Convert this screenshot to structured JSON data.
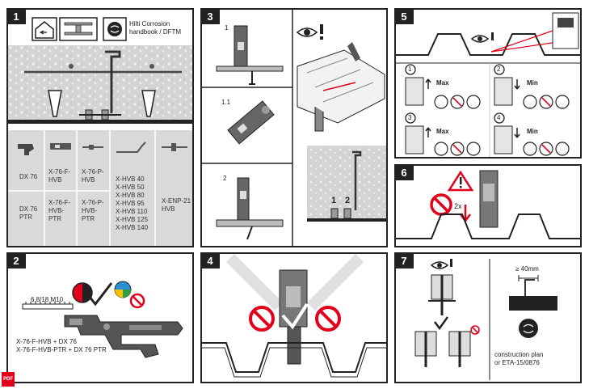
{
  "panels": {
    "p1": {
      "number": "1",
      "handbook_label": "Hilti Corrosion handbook / DFTM",
      "table": {
        "col1": [
          "DX 76",
          "DX 76 PTR"
        ],
        "col2": [
          "X-76-F-HVB",
          "X-76-F-HVB-PTR"
        ],
        "col3": [
          "X-76-P-HVB",
          "X-76-P-HVB-PTR"
        ],
        "col4": [
          "X-HVB 40",
          "X-HVB 50",
          "X-HVB 80",
          "X-HVB 95",
          "X-HVB 110",
          "X-HVB 125",
          "X-HVB 140"
        ],
        "col5": "X-ENP-21 HVB"
      }
    },
    "p2": {
      "number": "2",
      "ruler_label": "6.8/18 M10",
      "combo_1": "X-76-F-HVB + DX 76",
      "combo_2": "X-76-F-HVB-PTR + DX 76 PTR"
    },
    "p3": {
      "number": "3",
      "step_1": "1",
      "step_1_1": "1.1",
      "step_2": "2",
      "mark_1": "1",
      "mark_2": "2"
    },
    "p4": {
      "number": "4"
    },
    "p5": {
      "number": "5",
      "opt1": "1",
      "opt2": "2",
      "opt3": "3",
      "opt4": "4",
      "max1": "Max",
      "min2": "Min",
      "max3": "Max",
      "min4": "Min"
    },
    "p6": {
      "number": "6",
      "repeat": "2x"
    },
    "p7": {
      "number": "7",
      "dim": "≥ 40mm",
      "ref_1": "construction plan",
      "ref_2": "or ETA-15/0876"
    }
  },
  "footer_icon_label": "PDF",
  "colors": {
    "frame": "#222222",
    "grey": "#d9d9d9",
    "red": "#e2001a",
    "blue": "#2b8fd6",
    "yellow": "#f2c200",
    "green": "#2ea043"
  }
}
